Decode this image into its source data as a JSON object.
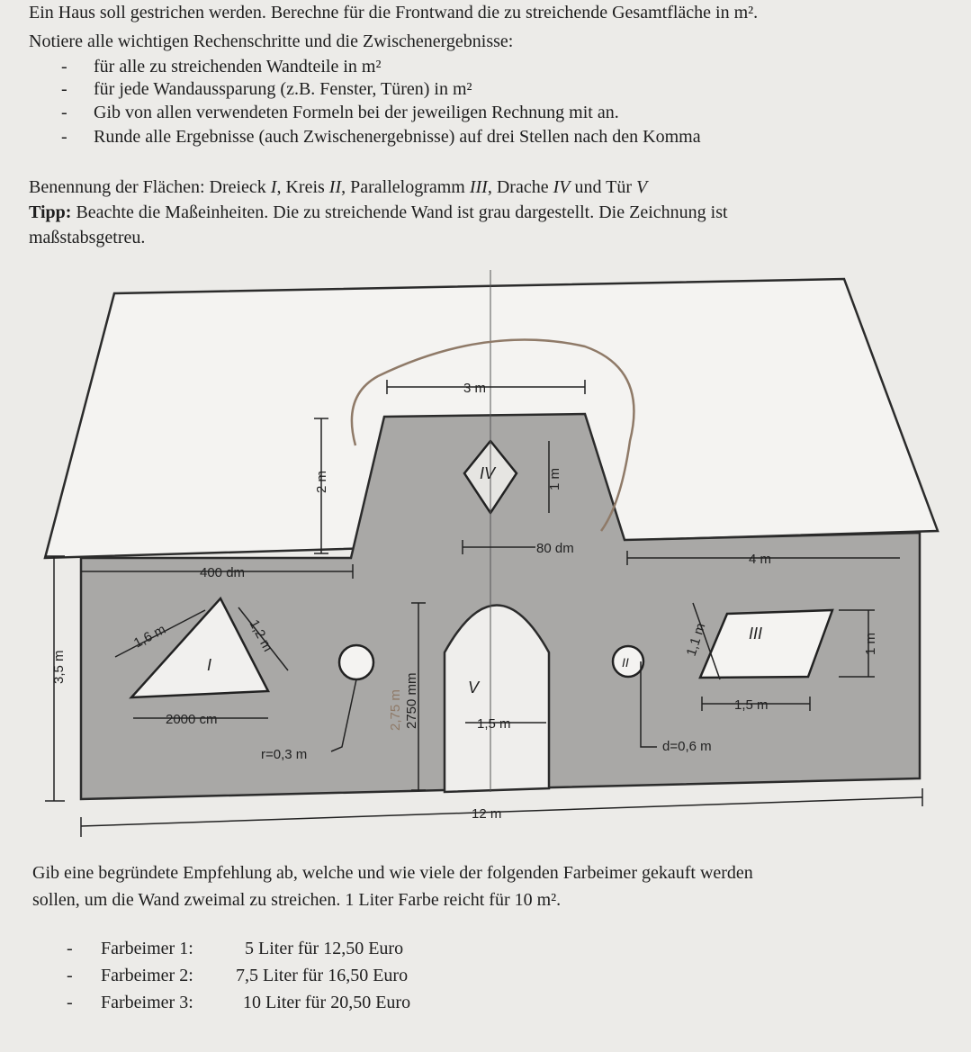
{
  "intro": {
    "line1": "Ein Haus soll gestrichen werden. Berechne für die Frontwand die zu streichende Gesamtfläche in m².",
    "line2": "Notiere alle wichtigen Rechenschritte und die Zwischenergebnisse:"
  },
  "steps": [
    "für alle zu streichenden Wandteile in m²",
    "für jede Wandaussparung (z.B. Fenster, Türen) in m²",
    "Gib von allen verwendeten Formeln bei der jeweiligen Rechnung mit an.",
    "Runde alle Ergebnisse (auch Zwischenergebnisse) auf drei Stellen nach den Komma"
  ],
  "naming": {
    "prefix": "Benennung der Flächen: Dreieck ",
    "i": "I",
    "sep1": ", Kreis ",
    "ii": "II",
    "sep2": ", Parallelogramm ",
    "iii": "III",
    "sep3": ", Drache ",
    "iv": "IV",
    "sep4": " und Tür ",
    "v": "V"
  },
  "tip": {
    "label": "Tipp:",
    "text": " Beachte die Maßeinheiten. Die zu streichende Wand ist grau dargestellt. Die Zeichnung ist",
    "line2": "maßstabsgetreu."
  },
  "drawing": {
    "dim_top_width": "3 m",
    "dim_gable_height": "2 m",
    "dim_kite_height": "1 m",
    "dim_offset_left": "400 dm",
    "dim_door_offset": "80 dm",
    "dim_offset_right": "4 m",
    "dim_triangle_side_a": "1,6 m",
    "dim_triangle_side_b": "1,2 m",
    "dim_triangle_base": "2000 cm",
    "label_triangle": "I",
    "label_kite": "IV",
    "label_circle_right": "II",
    "label_parallelogram": "III",
    "label_door": "V",
    "dim_radius": "r=0,3 m",
    "dim_door_height_mm": "2750 mm",
    "dim_door_height_pencil": "2,75 m",
    "dim_door_width": "1,5 m",
    "dim_diameter": "d=0,6 m",
    "dim_para_side": "1,1 m",
    "dim_para_height": "1 m",
    "dim_para_base": "1,5 m",
    "dim_wall_height": "3,5 m",
    "dim_total_width": "12 m",
    "colors": {
      "wall": "#a9a8a6",
      "roof": "#f4f3f1",
      "pencil": "#8f7a68"
    }
  },
  "outro": {
    "line1": "Gib eine begründete Empfehlung ab, welche und wie viele der folgenden Farbeimer gekauft werden",
    "line2": "sollen, um die Wand zweimal zu streichen. 1 Liter Farbe reicht für 10 m²."
  },
  "buckets": [
    {
      "name": "Farbeimer 1:",
      "desc": "5 Liter für 12,50 Euro"
    },
    {
      "name": "Farbeimer 2:",
      "desc": "7,5 Liter für 16,50 Euro"
    },
    {
      "name": "Farbeimer 3:",
      "desc": "10 Liter für 20,50 Euro"
    }
  ]
}
